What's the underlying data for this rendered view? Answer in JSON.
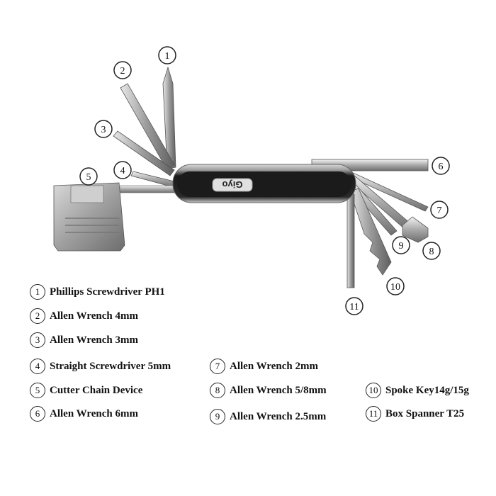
{
  "brand": "Giyo",
  "callouts": [
    "1",
    "2",
    "3",
    "4",
    "5",
    "6",
    "7",
    "8",
    "9",
    "10",
    "11"
  ],
  "legend": [
    {
      "num": "1",
      "label": "Phillips Screwdriver PH1"
    },
    {
      "num": "2",
      "label": "Allen Wrench 4mm"
    },
    {
      "num": "3",
      "label": "Allen Wrench 3mm"
    },
    {
      "num": "4",
      "label": "Straight Screwdriver 5mm"
    },
    {
      "num": "5",
      "label": "Cutter Chain Device"
    },
    {
      "num": "6",
      "label": "Allen Wrench 6mm"
    },
    {
      "num": "7",
      "label": "Allen Wrench 2mm"
    },
    {
      "num": "8",
      "label": "Allen Wrench 5/8mm"
    },
    {
      "num": "9",
      "label": "Allen Wrench 2.5mm"
    },
    {
      "num": "10",
      "label": "Spoke Key14g/15g"
    },
    {
      "num": "11",
      "label": "Box Spanner T25"
    }
  ]
}
